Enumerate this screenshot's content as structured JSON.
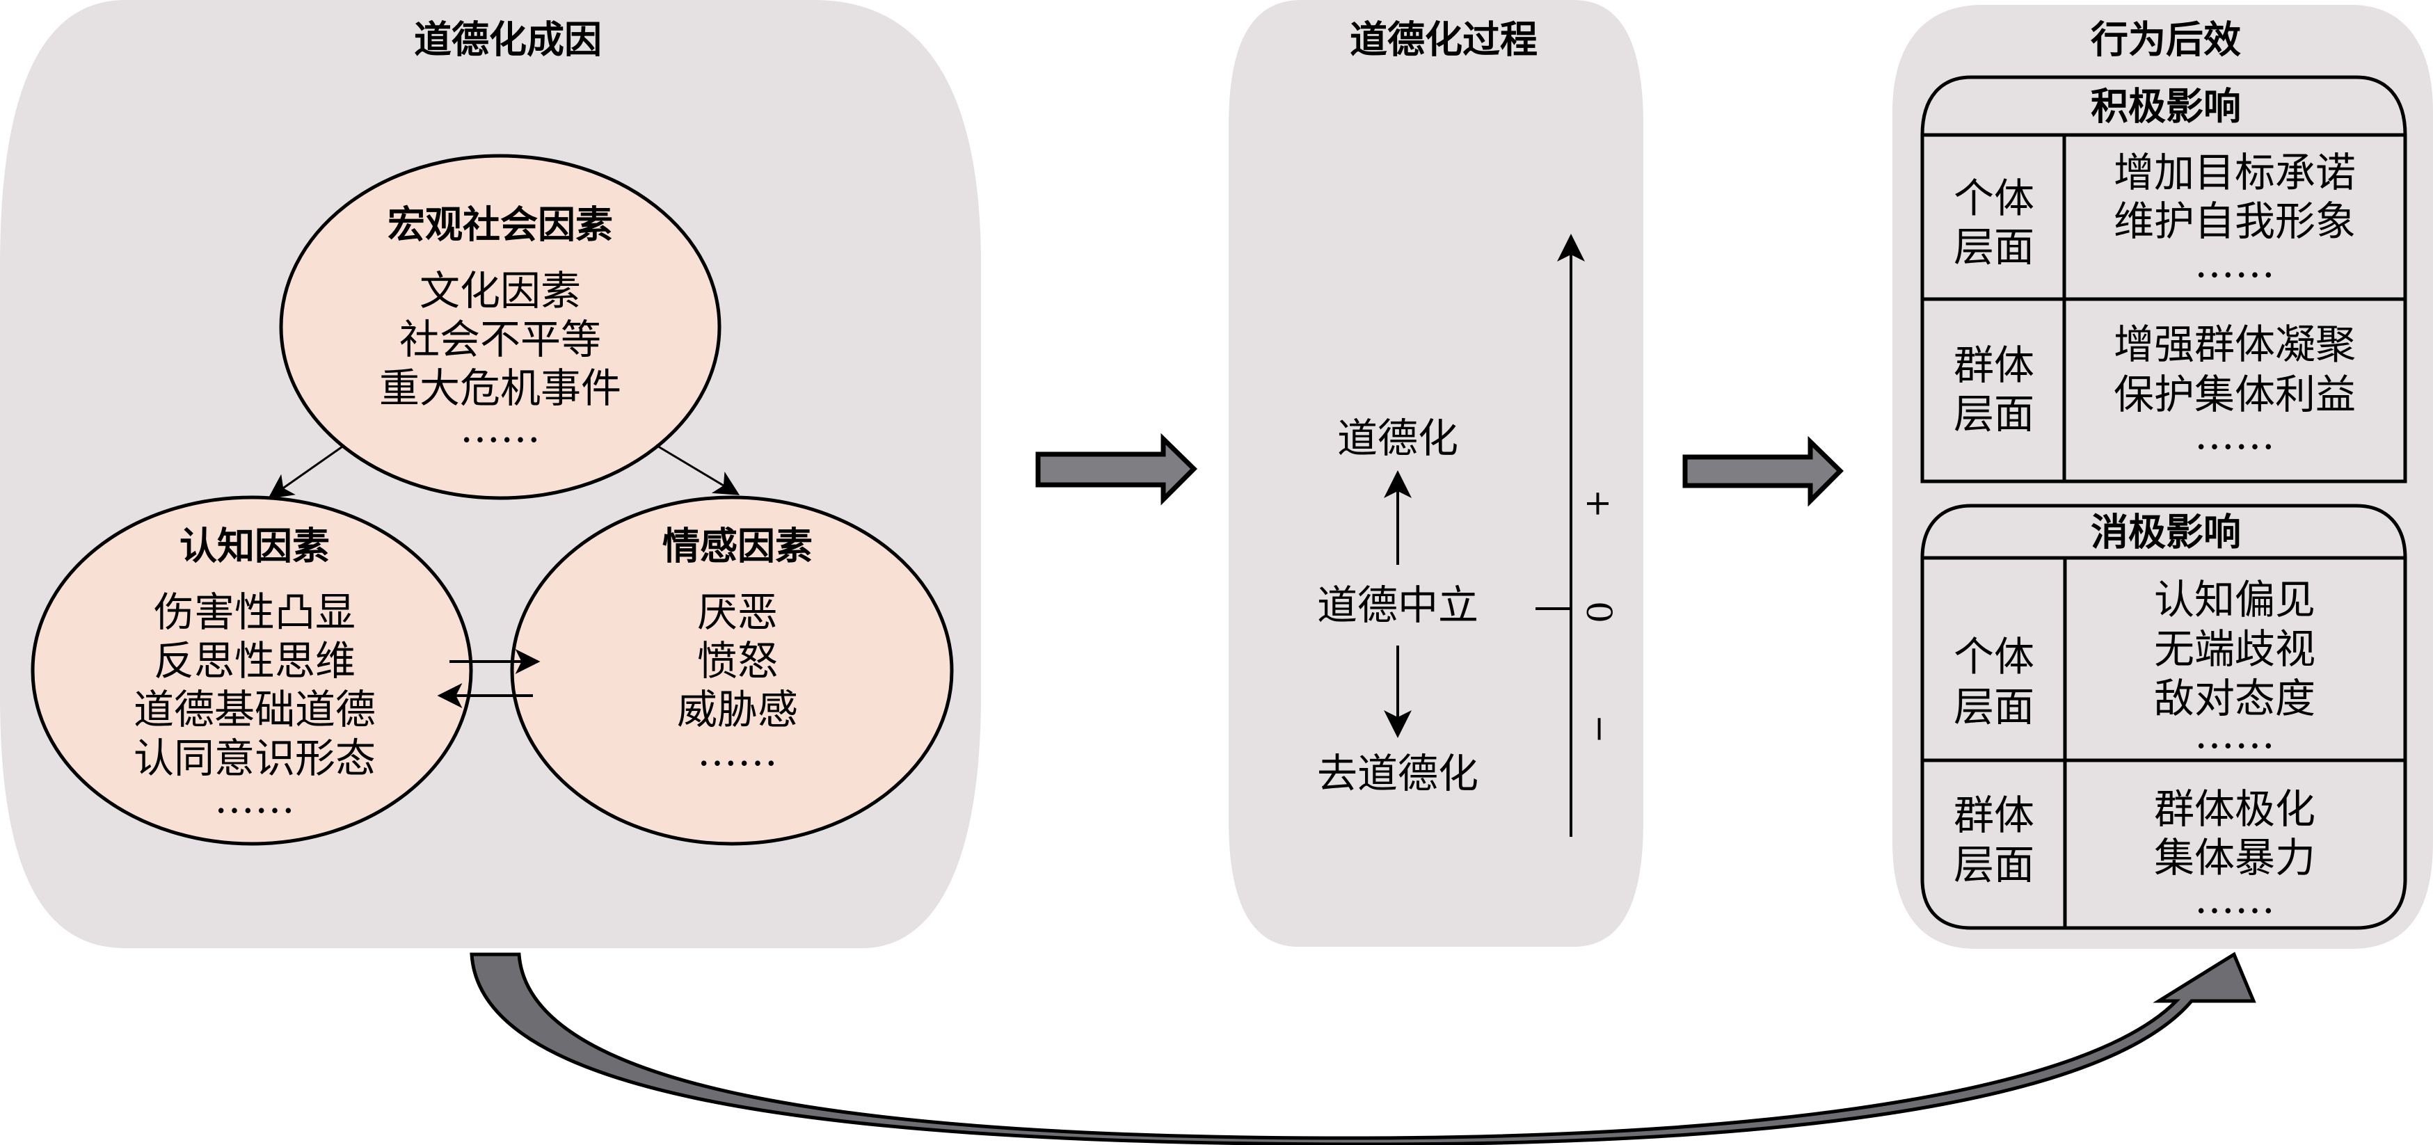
{
  "colors": {
    "panel_bg": "#e5e1e2",
    "ellipse_fill": "#f8e0d5",
    "arrow_fill": "#7f7e83",
    "stroke": "#000000"
  },
  "causes": {
    "title": "道德化成因",
    "macro": {
      "heading": "宏观社会因素",
      "items": [
        "文化因素",
        "社会不平等",
        "重大危机事件",
        "……"
      ]
    },
    "cognitive": {
      "heading": "认知因素",
      "items": [
        "伤害性凸显",
        "反思性思维",
        "道德基础道德",
        "认同意识形态",
        "……"
      ]
    },
    "affective": {
      "heading": "情感因素",
      "items": [
        "厌恶",
        "愤怒",
        "威胁感",
        "……"
      ]
    }
  },
  "process": {
    "title": "道德化过程",
    "up_label": "道德化",
    "neutral_label": "道德中立",
    "down_label": "去道德化",
    "axis": {
      "plus": "+",
      "zero": "0",
      "minus": "−"
    }
  },
  "outcomes": {
    "title": "行为后效",
    "positive": {
      "heading": "积极影响",
      "rows": [
        {
          "level": [
            "个体",
            "层面"
          ],
          "items": [
            "增加目标承诺",
            "维护自我形象",
            "……"
          ]
        },
        {
          "level": [
            "群体",
            "层面"
          ],
          "items": [
            "增强群体凝聚",
            "保护集体利益",
            "……"
          ]
        }
      ]
    },
    "negative": {
      "heading": "消极影响",
      "rows": [
        {
          "level": [
            "个体",
            "层面"
          ],
          "items": [
            "认知偏见",
            "无端歧视",
            "敌对态度",
            "……"
          ]
        },
        {
          "level": [
            "群体",
            "层面"
          ],
          "items": [
            "群体极化",
            "集体暴力",
            "……"
          ]
        }
      ]
    }
  }
}
